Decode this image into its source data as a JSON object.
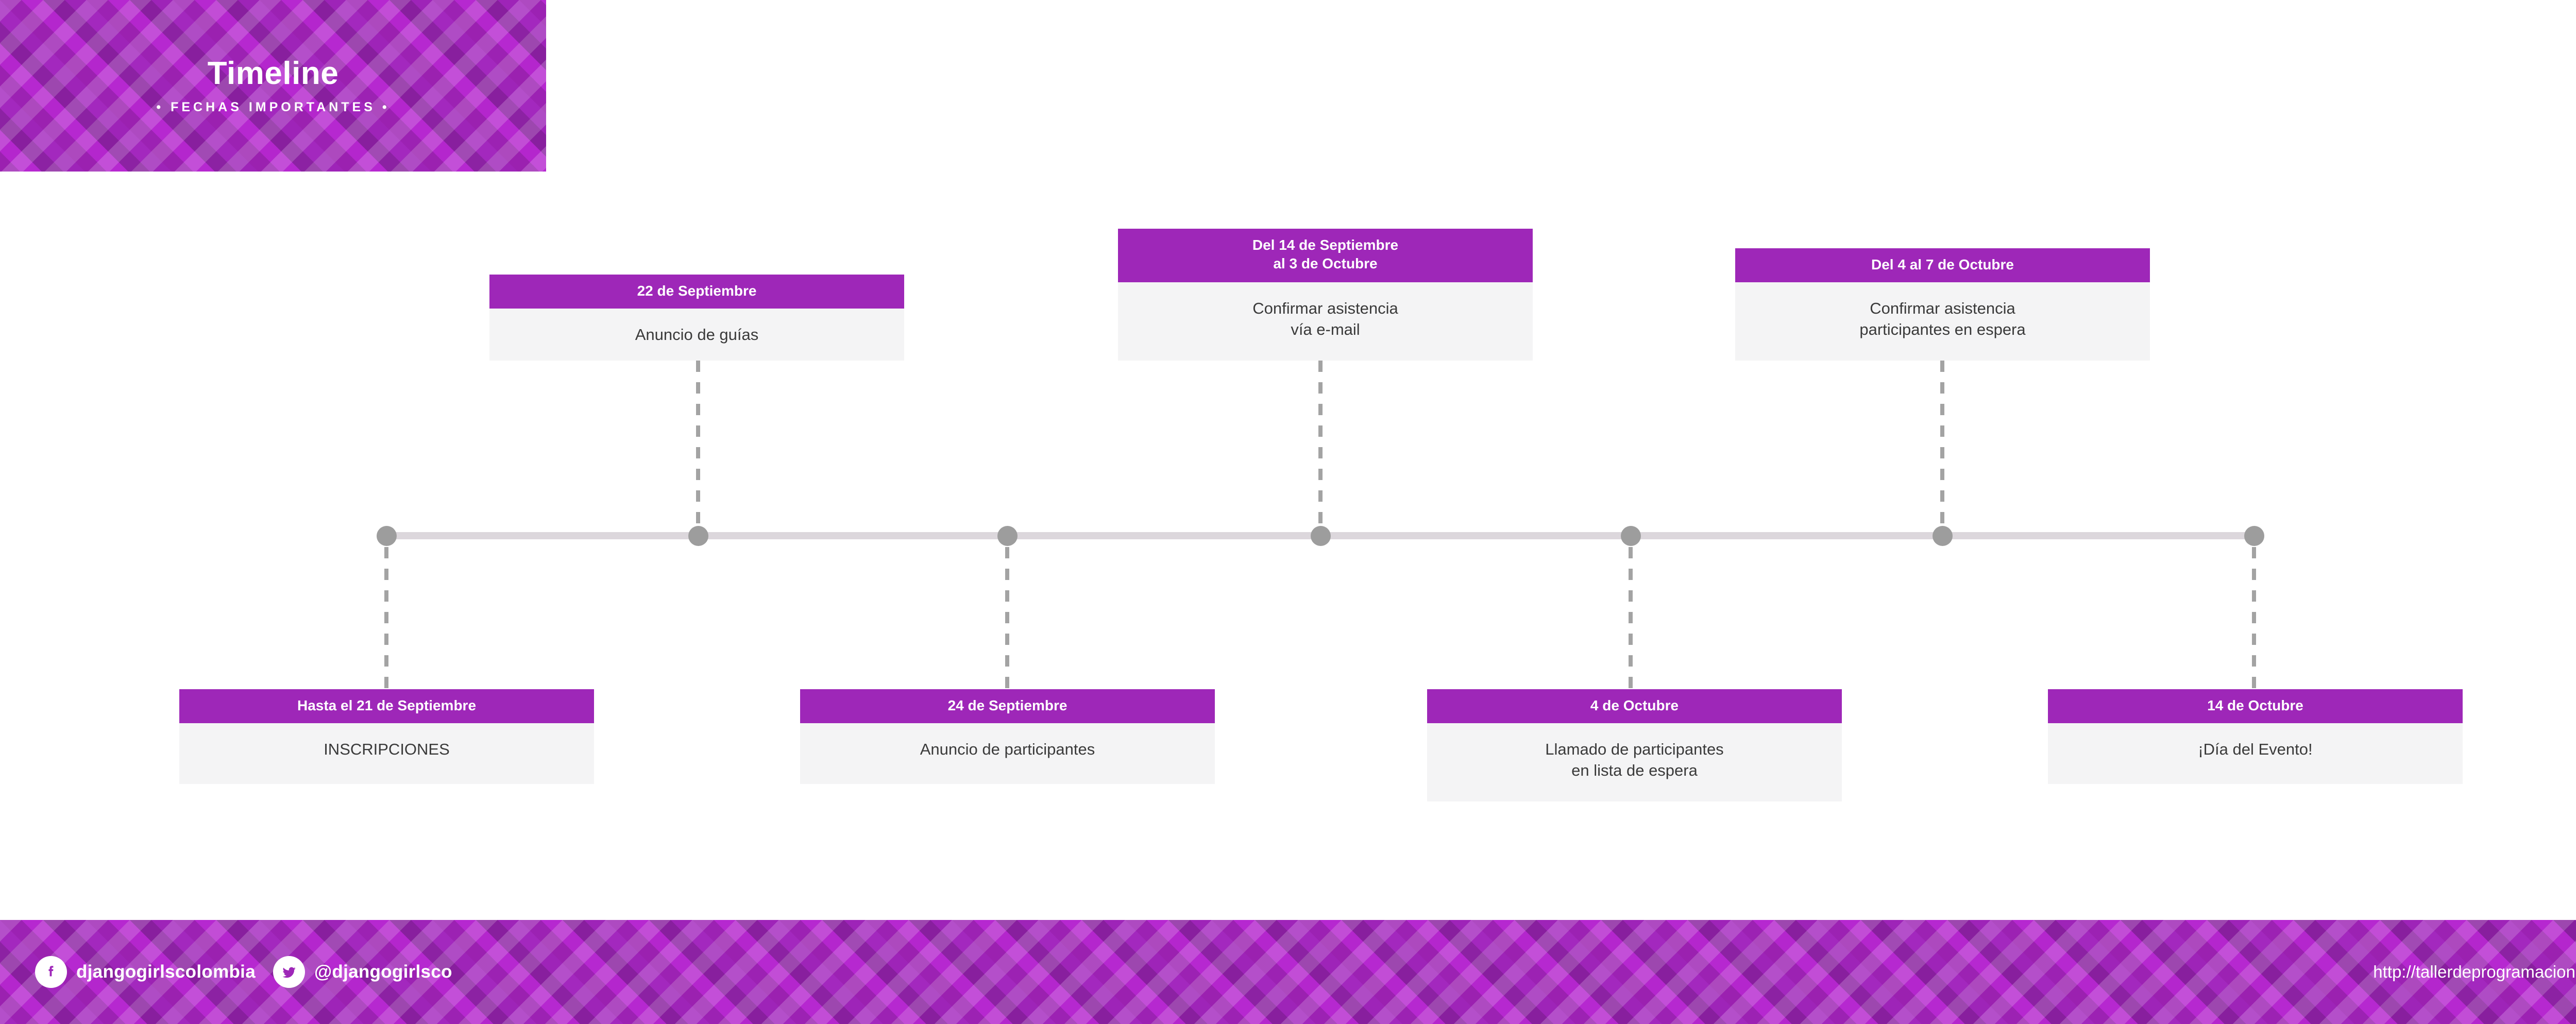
{
  "header": {
    "title": "Timeline",
    "subtitle": "• FECHAS IMPORTANTES •"
  },
  "theme": {
    "purple": "#9E27B8",
    "pattern_purple": "#A328BE",
    "card_body_bg": "#f4f4f5",
    "card_body_text": "#3a3a3a",
    "axis_line": "#dcd7dc",
    "axis_node": "#9d9d9d",
    "connector": "#a3a3a3",
    "white": "#ffffff"
  },
  "timeline": {
    "node_count": 7,
    "events": [
      {
        "id": "inscripciones",
        "position": "below",
        "node_index": 1,
        "date": "Hasta el 21 de Septiembre",
        "description_lines": [
          "INSCRIPCIONES"
        ]
      },
      {
        "id": "anuncio-guias",
        "position": "above",
        "node_index": 2,
        "date": "22 de Septiembre",
        "description_lines": [
          "Anuncio de guías"
        ]
      },
      {
        "id": "anuncio-participantes",
        "position": "below",
        "node_index": 3,
        "date": "24 de Septiembre",
        "description_lines": [
          "Anuncio de participantes"
        ]
      },
      {
        "id": "confirmar-asistencia-email",
        "position": "above",
        "node_index": 4,
        "date_lines": [
          "Del 14 de Septiembre",
          "al 3 de  Octubre"
        ],
        "description_lines": [
          "Confirmar asistencia",
          "vía e-mail"
        ]
      },
      {
        "id": "llamado-lista-espera",
        "position": "below",
        "node_index": 5,
        "date": "4 de Octubre",
        "description_lines": [
          "Llamado de participantes",
          "en lista de espera"
        ]
      },
      {
        "id": "confirmar-espera",
        "position": "above",
        "node_index": 6,
        "date": "Del 4 al 7 de Octubre",
        "description_lines": [
          "Confirmar asistencia",
          "participantes en espera"
        ]
      },
      {
        "id": "dia-evento",
        "position": "below",
        "node_index": 7,
        "date": "14 de Octubre",
        "description_lines": [
          "¡Día del Evento!"
        ]
      }
    ]
  },
  "footer": {
    "social": [
      {
        "icon": "facebook-icon",
        "label": "djangogirlscolombia"
      },
      {
        "icon": "twitter-icon",
        "label": "@djangogirlsco"
      }
    ],
    "url": "http://tallerdeprogramacion.co/"
  }
}
